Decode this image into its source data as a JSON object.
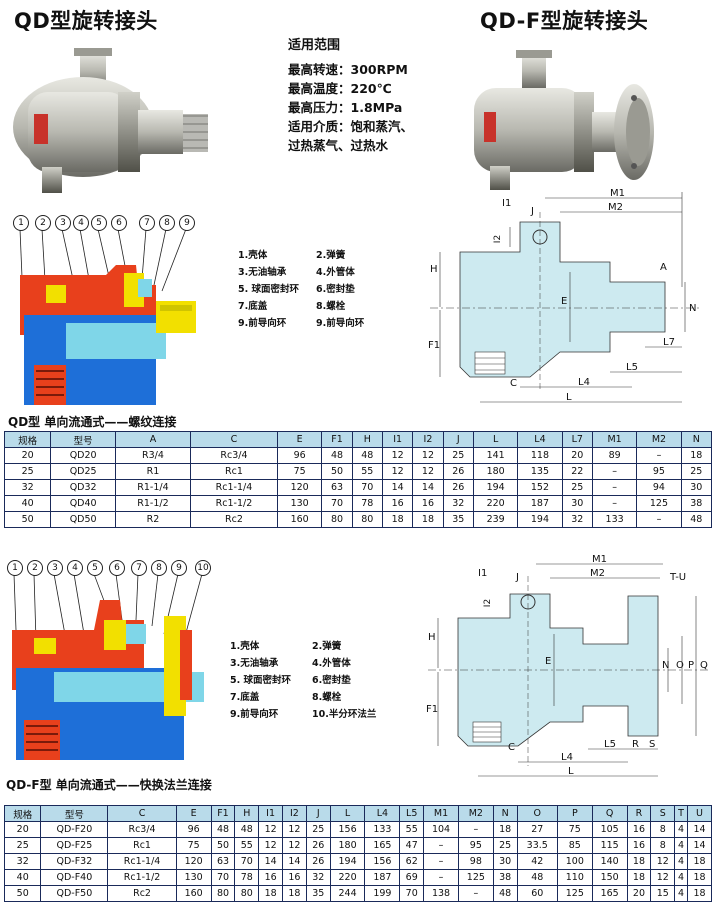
{
  "titles": {
    "qd": "QD型旋转接头",
    "qdf": "QD-F型旋转接头"
  },
  "spec_heading": "适用范围",
  "specs": [
    "最高转速：300RPM",
    "最高温度：220℃",
    "最高压力：1.8MPa",
    "适用介质：饱和蒸汽、",
    "过热蒸气、过热水"
  ],
  "legend1": [
    [
      "1.壳体",
      "2.弹簧"
    ],
    [
      "3.无油轴承",
      "4.外管体"
    ],
    [
      "5. 球面密封环",
      "6.密封垫"
    ],
    [
      "7.底盖",
      "8.螺栓"
    ],
    [
      "9.前导向环",
      "9.前导向环"
    ]
  ],
  "legend2": [
    [
      "1.壳体",
      "2.弹簧"
    ],
    [
      "3.无油轴承",
      "4.外管体"
    ],
    [
      "5. 球面密封环",
      "6.密封垫"
    ],
    [
      "7.底盖",
      "8.螺栓"
    ],
    [
      "9.前导向环",
      "10.半分环法兰"
    ]
  ],
  "callouts1": [
    "1",
    "2",
    "3",
    "4",
    "5",
    "6",
    "7",
    "8",
    "9"
  ],
  "callouts2": [
    "1",
    "2",
    "3",
    "4",
    "5",
    "6",
    "7",
    "8",
    "9",
    "10"
  ],
  "dim1": {
    "I1": "I1",
    "J": "J",
    "M1": "M1",
    "M2": "M2",
    "I2": "I2",
    "H": "H",
    "A": "A",
    "E": "E",
    "N": "N",
    "F1": "F1",
    "L7": "L7",
    "C": "C",
    "L4": "L4",
    "L5": "L5",
    "L": "L"
  },
  "dim2": {
    "I1": "I1",
    "J": "J",
    "M1": "M1",
    "M2": "M2",
    "TU": "T-U",
    "I2": "I2",
    "H": "H",
    "E": "E",
    "N": "N",
    "O": "O",
    "P": "P",
    "Q": "Q",
    "F1": "F1",
    "C": "C",
    "L4": "L4",
    "L5": "L5",
    "R": "R",
    "S": "S",
    "L": "L"
  },
  "caption1": "QD型  单向流通式——螺纹连接",
  "caption2": "QD-F型  单向流通式——快换法兰连接",
  "table1": {
    "headers": [
      "规格",
      "型号",
      "A",
      "C",
      "E",
      "F1",
      "H",
      "I1",
      "I2",
      "J",
      "L",
      "L4",
      "L7",
      "M1",
      "M2",
      "N"
    ],
    "rows": [
      [
        "20",
        "QD20",
        "R3/4",
        "Rc3/4",
        "96",
        "48",
        "48",
        "12",
        "12",
        "25",
        "141",
        "118",
        "20",
        "89",
        "–",
        "18"
      ],
      [
        "25",
        "QD25",
        "R1",
        "Rc1",
        "75",
        "50",
        "55",
        "12",
        "12",
        "26",
        "180",
        "135",
        "22",
        "–",
        "95",
        "25"
      ],
      [
        "32",
        "QD32",
        "R1-1/4",
        "Rc1-1/4",
        "120",
        "63",
        "70",
        "14",
        "14",
        "26",
        "194",
        "152",
        "25",
        "–",
        "94",
        "30"
      ],
      [
        "40",
        "QD40",
        "R1-1/2",
        "Rc1-1/2",
        "130",
        "70",
        "78",
        "16",
        "16",
        "32",
        "220",
        "187",
        "30",
        "–",
        "125",
        "38"
      ],
      [
        "50",
        "QD50",
        "R2",
        "Rc2",
        "160",
        "80",
        "80",
        "18",
        "18",
        "35",
        "239",
        "194",
        "32",
        "133",
        "–",
        "48"
      ]
    ]
  },
  "table2": {
    "headers": [
      "规格",
      "型号",
      "C",
      "E",
      "F1",
      "H",
      "I1",
      "I2",
      "J",
      "L",
      "L4",
      "L5",
      "M1",
      "M2",
      "N",
      "O",
      "P",
      "Q",
      "R",
      "S",
      "T",
      "U"
    ],
    "rows": [
      [
        "20",
        "QD-F20",
        "Rc3/4",
        "96",
        "48",
        "48",
        "12",
        "12",
        "25",
        "156",
        "133",
        "55",
        "104",
        "–",
        "18",
        "27",
        "75",
        "105",
        "16",
        "8",
        "4",
        "14"
      ],
      [
        "25",
        "QD-F25",
        "Rc1",
        "75",
        "50",
        "55",
        "12",
        "12",
        "26",
        "180",
        "165",
        "47",
        "–",
        "95",
        "25",
        "33.5",
        "85",
        "115",
        "16",
        "8",
        "4",
        "14"
      ],
      [
        "32",
        "QD-F32",
        "Rc1-1/4",
        "120",
        "63",
        "70",
        "14",
        "14",
        "26",
        "194",
        "156",
        "62",
        "–",
        "98",
        "30",
        "42",
        "100",
        "140",
        "18",
        "12",
        "4",
        "18"
      ],
      [
        "40",
        "QD-F40",
        "Rc1-1/2",
        "130",
        "70",
        "78",
        "16",
        "16",
        "32",
        "220",
        "187",
        "69",
        "–",
        "125",
        "38",
        "48",
        "110",
        "150",
        "18",
        "12",
        "4",
        "18"
      ],
      [
        "50",
        "QD-F50",
        "Rc2",
        "160",
        "80",
        "80",
        "18",
        "18",
        "35",
        "244",
        "199",
        "70",
        "138",
        "–",
        "48",
        "60",
        "125",
        "165",
        "20",
        "15",
        "4",
        "18"
      ]
    ]
  },
  "colors": {
    "header_bg": "#b9dbea",
    "body_red": "#e8401c",
    "body_blue": "#1e6fd8",
    "yellow": "#f2e000",
    "cyan": "#7fd6e8",
    "drawing_fill": "#cdeaf0"
  }
}
